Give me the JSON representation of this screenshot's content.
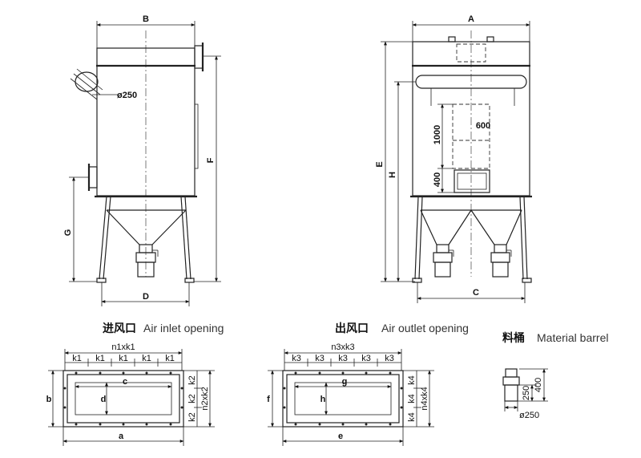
{
  "front_view": {
    "top_label": "B",
    "side_label_height": "F",
    "inlet_height_label": "G",
    "bottom_label": "D",
    "pipe_label": "ø250"
  },
  "side_view": {
    "top_label": "A",
    "total_height_label": "E",
    "inner_height_label": "H",
    "bottom_label": "C",
    "dim_1000": "1000",
    "dim_600": "600",
    "dim_400": "400"
  },
  "inlet": {
    "title_cn": "进风口",
    "title_en": "Air inlet opening",
    "pitch_label": "n1xk1",
    "k1": "k1",
    "k2": "k2",
    "side_pitch_label": "n2xk2",
    "label_a": "a",
    "label_b": "b",
    "label_c": "c",
    "label_d": "d"
  },
  "outlet": {
    "title_cn": "出风口",
    "title_en": "Air outlet opening",
    "pitch_label": "n3xk3",
    "k3": "k3",
    "k4": "k4",
    "side_pitch_label": "n4xk4",
    "label_e": "e",
    "label_f": "f",
    "label_g": "g",
    "label_h": "h"
  },
  "barrel": {
    "title_cn": "料桶",
    "title_en": "Material barrel",
    "dim_250": "250",
    "dim_400": "400",
    "dia_label": "ø250"
  }
}
